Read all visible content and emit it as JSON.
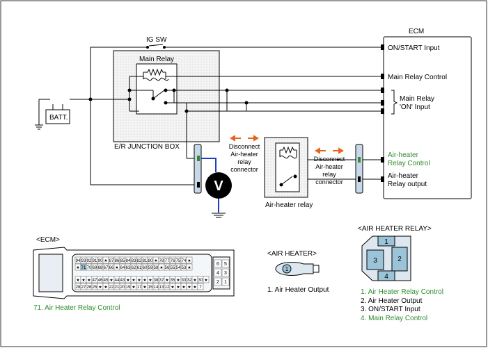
{
  "labels": {
    "ig_sw": "IG SW",
    "ecm_title": "ECM",
    "main_relay": "Main Relay",
    "batt": "BATT.",
    "er_junction_box": "E/R JUNCTION BOX",
    "on_start_input": "ON/START Input",
    "main_relay_control": "Main Relay Control",
    "main_relay_on_1": "Main Relay",
    "main_relay_on_2": "'ON' Input",
    "ah_relay_control_1": "Air-heater",
    "ah_relay_control_2": "Relay Control",
    "ah_relay_output_1": "Air-heater",
    "ah_relay_output_2": "Relay output",
    "disconnect_left_1": "Disconnect",
    "disconnect_left_2": "Air-heater",
    "disconnect_left_3": "relay",
    "disconnect_left_4": "connector",
    "disconnect_right_1": "Disconnect",
    "disconnect_right_2": "Air-heater",
    "disconnect_right_3": "relay",
    "disconnect_right_4": "connector",
    "voltmeter": "V",
    "air_heater_relay": "Air-heater relay"
  },
  "ecm_connector": {
    "title": "<ECM>",
    "row1": [
      "94",
      "93",
      "92",
      "91",
      "90",
      "★",
      "87",
      "86",
      "85",
      "84",
      "83",
      "82",
      "81",
      "80",
      "★",
      "78",
      "77",
      "76",
      "75",
      "74",
      "★"
    ],
    "row2": [
      "★",
      "71",
      "70",
      "69",
      "68",
      "67",
      "66",
      "★",
      "64",
      "63",
      "62",
      "61",
      "60",
      "59",
      "58",
      "★",
      "56",
      "55",
      "54",
      "53",
      "★"
    ],
    "row3": [
      "★",
      "★",
      "★",
      "47",
      "46",
      "45",
      "★",
      "44",
      "43",
      "★",
      "★",
      "★",
      "★",
      "★",
      "38",
      "37",
      "★",
      "35",
      "★",
      "33",
      "32",
      "★",
      "30",
      "★"
    ],
    "row4": [
      "28",
      "27",
      "26",
      "25",
      "★",
      "★",
      "22",
      "21",
      "20",
      "19",
      "★",
      "17",
      "★",
      "15",
      "14",
      "13",
      "12",
      "★",
      "★",
      "★",
      "★",
      "★",
      "7"
    ],
    "side": [
      "6",
      "5",
      "4",
      "3",
      "2",
      "1"
    ],
    "caption": "71. Air Heater Relay Control"
  },
  "air_heater": {
    "title": "<AIR HEATER>",
    "pin": "1",
    "caption": "1. Air Heater Output"
  },
  "air_heater_relay_connector": {
    "title": "<AIR HEATER RELAY>",
    "pins": [
      "1",
      "2",
      "3",
      "4"
    ],
    "legend": [
      "1. Air Heater Relay Control",
      "2. Air Heater Output",
      "3. ON/START Input",
      "4. Main Relay Control"
    ]
  },
  "colors": {
    "wire": "#000000",
    "probe_wire": "#1f3fbf",
    "accent_orange": "#e8641e",
    "green_text": "#2e8b2e",
    "connector_fill": "#c8d8e8",
    "connector_pin_fill": "#9cc4d8"
  }
}
